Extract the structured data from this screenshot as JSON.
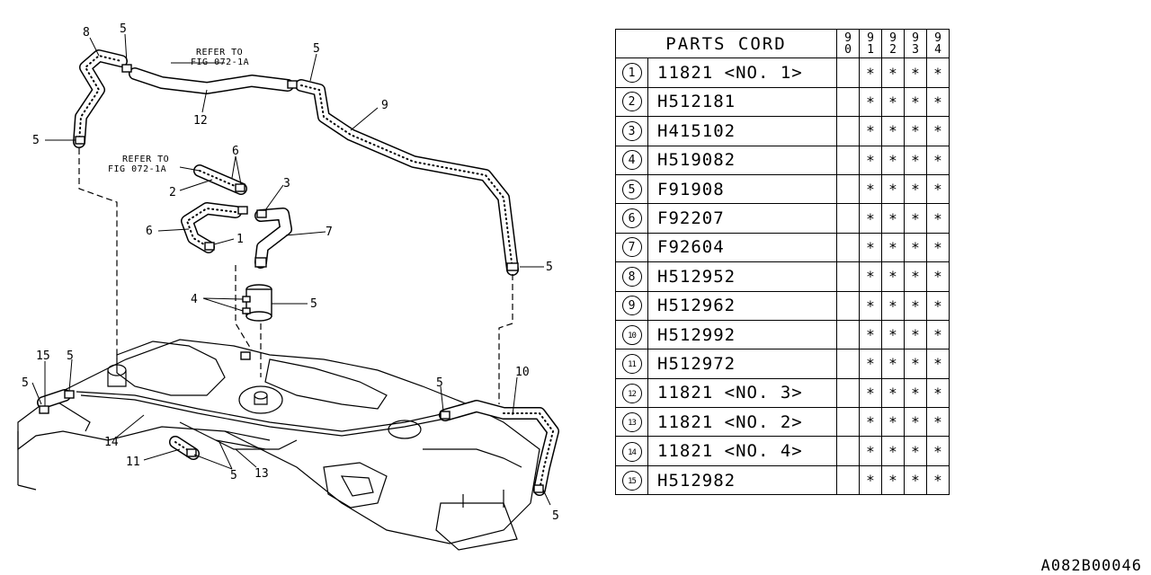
{
  "diagram": {
    "refer_note_1": [
      "REFER TO",
      "FIG 072-1A"
    ],
    "refer_note_2": [
      "REFER TO",
      "FIG 072-1A"
    ],
    "callouts": [
      {
        "id": "c8",
        "text": "8"
      },
      {
        "id": "c5a",
        "text": "5"
      },
      {
        "id": "c12",
        "text": "12"
      },
      {
        "id": "c5b",
        "text": "5"
      },
      {
        "id": "c9",
        "text": "9"
      },
      {
        "id": "c5c",
        "text": "5"
      },
      {
        "id": "c5d",
        "text": "5"
      },
      {
        "id": "c2",
        "text": "2"
      },
      {
        "id": "c6a",
        "text": "6"
      },
      {
        "id": "c3",
        "text": "3"
      },
      {
        "id": "c6b",
        "text": "6"
      },
      {
        "id": "c1",
        "text": "1"
      },
      {
        "id": "c7",
        "text": "7"
      },
      {
        "id": "c4",
        "text": "4"
      },
      {
        "id": "c5e",
        "text": "5"
      },
      {
        "id": "c15",
        "text": "15"
      },
      {
        "id": "c5f",
        "text": "5"
      },
      {
        "id": "c5g",
        "text": "5"
      },
      {
        "id": "c14",
        "text": "14"
      },
      {
        "id": "c11",
        "text": "11"
      },
      {
        "id": "c5h",
        "text": "5"
      },
      {
        "id": "c13",
        "text": "13"
      },
      {
        "id": "c5i",
        "text": "5"
      },
      {
        "id": "c10",
        "text": "10"
      },
      {
        "id": "c5j",
        "text": "5"
      }
    ]
  },
  "table": {
    "title": "PARTS CORD",
    "years": [
      [
        "9",
        "0"
      ],
      [
        "9",
        "1"
      ],
      [
        "9",
        "2"
      ],
      [
        "9",
        "3"
      ],
      [
        "9",
        "4"
      ]
    ],
    "rows": [
      {
        "no": "1",
        "part": "11821 <NO. 1>",
        "marks": [
          "",
          "*",
          "*",
          "*",
          "*"
        ]
      },
      {
        "no": "2",
        "part": "H512181",
        "marks": [
          "",
          "*",
          "*",
          "*",
          "*"
        ]
      },
      {
        "no": "3",
        "part": "H415102",
        "marks": [
          "",
          "*",
          "*",
          "*",
          "*"
        ]
      },
      {
        "no": "4",
        "part": "H519082",
        "marks": [
          "",
          "*",
          "*",
          "*",
          "*"
        ]
      },
      {
        "no": "5",
        "part": "F91908",
        "marks": [
          "",
          "*",
          "*",
          "*",
          "*"
        ]
      },
      {
        "no": "6",
        "part": "F92207",
        "marks": [
          "",
          "*",
          "*",
          "*",
          "*"
        ]
      },
      {
        "no": "7",
        "part": "F92604",
        "marks": [
          "",
          "*",
          "*",
          "*",
          "*"
        ]
      },
      {
        "no": "8",
        "part": "H512952",
        "marks": [
          "",
          "*",
          "*",
          "*",
          "*"
        ]
      },
      {
        "no": "9",
        "part": "H512962",
        "marks": [
          "",
          "*",
          "*",
          "*",
          "*"
        ]
      },
      {
        "no": "10",
        "part": "H512992",
        "marks": [
          "",
          "*",
          "*",
          "*",
          "*"
        ]
      },
      {
        "no": "11",
        "part": "H512972",
        "marks": [
          "",
          "*",
          "*",
          "*",
          "*"
        ]
      },
      {
        "no": "12",
        "part": "11821 <NO. 3>",
        "marks": [
          "",
          "*",
          "*",
          "*",
          "*"
        ]
      },
      {
        "no": "13",
        "part": "11821 <NO. 2>",
        "marks": [
          "",
          "*",
          "*",
          "*",
          "*"
        ]
      },
      {
        "no": "14",
        "part": "11821 <NO. 4>",
        "marks": [
          "",
          "*",
          "*",
          "*",
          "*"
        ]
      },
      {
        "no": "15",
        "part": "H512982",
        "marks": [
          "",
          "*",
          "*",
          "*",
          "*"
        ]
      }
    ]
  },
  "footer_code": "A082B00046"
}
